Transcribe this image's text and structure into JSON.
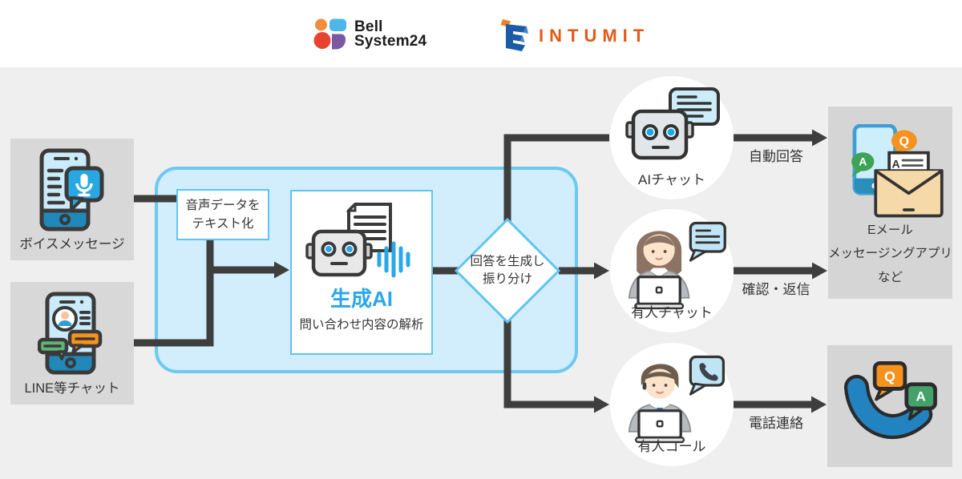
{
  "header": {
    "bell": {
      "line1": "Bell",
      "line2": "System24"
    },
    "intumit": "INTUMIT"
  },
  "sources": {
    "voice_label": "ボイスメッセージ",
    "chat_label": "LINE等チャット"
  },
  "pipeline": {
    "transcribe_line1": "音声データを",
    "transcribe_line2": "テキスト化",
    "genai_title": "生成AI",
    "genai_subtitle": "問い合わせ内容の解析",
    "decision_line1": "回答を生成し",
    "decision_line2": "振り分け"
  },
  "channels": {
    "ai_chat_label": "AIチャット",
    "human_chat_label": "有人チャット",
    "human_call_label": "有人コール"
  },
  "actions": {
    "auto_reply": "自動回答",
    "confirm_reply": "確認・返信",
    "phone_contact": "電話連絡"
  },
  "outputs": {
    "email_line1": "Eメール",
    "email_line2": "メッセージングアプリ",
    "email_line3": "など"
  },
  "qa": {
    "q": "Q",
    "a": "A"
  },
  "colors": {
    "accent_blue": "#29a7e8",
    "container_fill": "#d2edfb",
    "container_border": "#6bc9f2",
    "arrow": "#3e3e3e",
    "background": "#efefef",
    "panel_gray": "#d8d8d8",
    "bubble_orange": "#f6921e",
    "bubble_green": "#43a169",
    "bell_orange": "#f18d3b",
    "bell_blue": "#4cb7e8",
    "bell_red": "#e8432e",
    "bell_purple": "#7c58a4",
    "intumit_orange": "#e25a15"
  }
}
